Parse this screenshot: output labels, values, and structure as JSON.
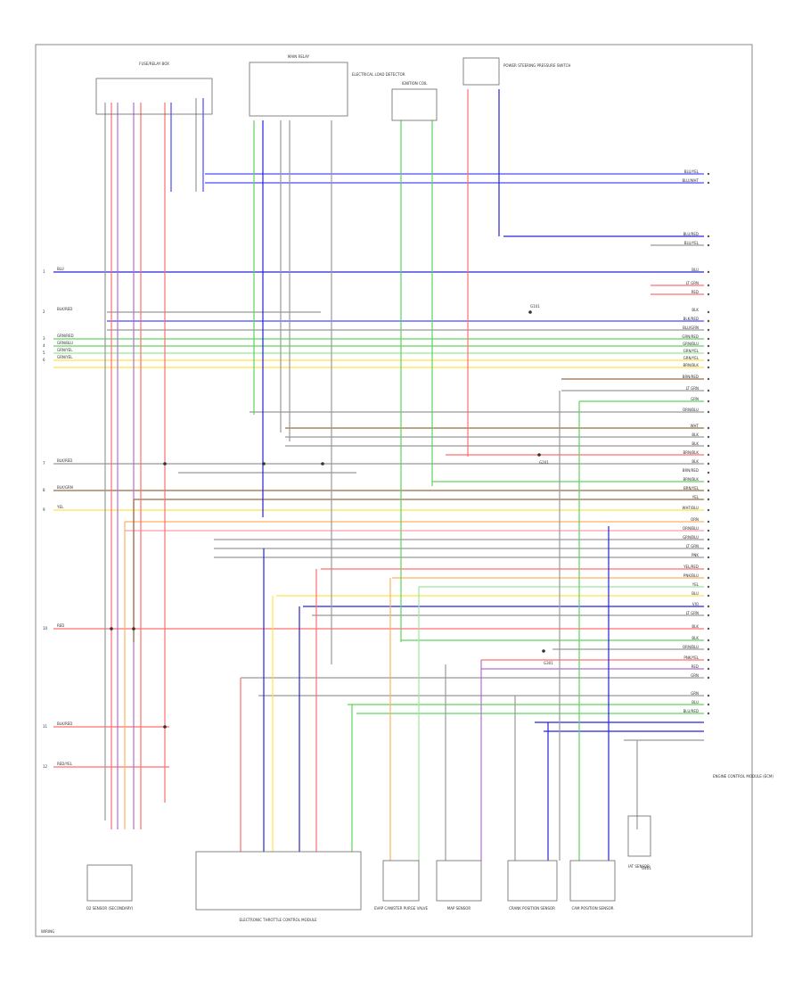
{
  "diagram": {
    "footer_code": "WIRING",
    "colors": {
      "blue": "#4a4aff",
      "red": "#ff6f6f",
      "green": "#5fd35f",
      "yellow": "#ffe34a",
      "orange": "#ffb060",
      "violet": "#b06fd0",
      "brown": "#9b6b3f",
      "gray": "#999999",
      "pink": "#ff9ab0",
      "dark_blue": "#2424d8",
      "light_green": "#9ee59e",
      "black": "#444444"
    },
    "left_labels": [
      "BLU",
      "BLK/RED",
      "GRN/RED",
      "GRN/BLU",
      "GRN/YEL",
      "GRN/YEL",
      "BLK/RED",
      "BLK/GRN",
      "YEL",
      "RED",
      "BLK/RED",
      "RED/YEL"
    ],
    "right_labels": [
      "BLU/YEL",
      "BLU/WHT",
      "BLU/RED",
      "BLU/YEL",
      "BLU",
      "LT GRN",
      "RED",
      "BLK",
      "BLK/RED",
      "BLU/GRN",
      "GRN/RED",
      "GRN/BLU",
      "GRN/YEL",
      "GRN/YEL",
      "BRN/BLK",
      "BRN/RED",
      "LT GRN",
      "GRN",
      "ORN/BLU",
      "WHT",
      "BLK",
      "BLK",
      "BRN/BLK",
      "BLK",
      "BRN/RED",
      "BRN/BLK",
      "BRN/YEL",
      "YEL",
      "WHT/BLU",
      "ORN",
      "ORN/BLU",
      "GRN/BLU",
      "LT GRN",
      "PNK",
      "YEL/RED",
      "PNK/BLU",
      "YEL",
      "BLU",
      "VIO",
      "LT GRN",
      "BLK",
      "BLK",
      "ORN/BLU",
      "PNK/YEL",
      "RED",
      "GRN",
      "GRN",
      "BLU",
      "BLU/RED"
    ],
    "top_components": [
      "FUSE/RELAY BOX",
      "MAIN RELAY",
      "ELECTRICAL LOAD DETECTOR",
      "IGNITION COIL",
      "POWER STEERING PRESSURE SWITCH"
    ],
    "bottom_components": [
      "O2 SENSOR (SECONDARY)",
      "ELECTRONIC THROTTLE CONTROL MODULE",
      "EVAP CANISTER PURGE VALVE",
      "MAP SENSOR",
      "CRANK POSITION SENSOR",
      "CAM POSITION SENSOR",
      "IAT SENSOR"
    ],
    "module_label": "ENGINE CONTROL MODULE (ECM)",
    "ground_labels": [
      "G101",
      "G201",
      "G301",
      "G401"
    ]
  }
}
